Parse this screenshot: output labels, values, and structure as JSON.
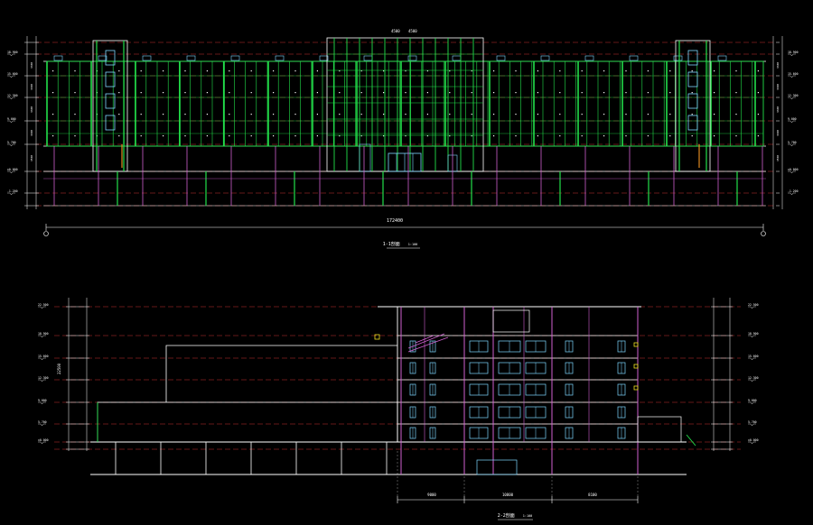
{
  "colors": {
    "background": "#000000",
    "grid_green": "#22e04a",
    "window_cyan": "#7fd7ff",
    "column_magenta": "#d060d0",
    "dimension_red": "#c83232",
    "line_white": "#ffffff",
    "accent_yellow": "#f0e020",
    "accent_orange": "#e08a20"
  },
  "elevation": {
    "title": "1-1剖面",
    "scale": "1:100",
    "total_dimension": "172400",
    "top_block_dims": [
      "4500",
      "4500"
    ],
    "level_labels_left": [
      "18.900",
      "15.600",
      "12.300",
      "9.000",
      "5.700",
      "±0.000",
      "-1.200"
    ],
    "level_labels_right": [
      "18.900",
      "15.600",
      "12.300",
      "9.000",
      "5.700",
      "±0.000",
      "-1.200"
    ],
    "floor_heights": [
      "3300",
      "3300",
      "3300",
      "3300",
      "4500"
    ]
  },
  "section": {
    "title": "2-2剖面",
    "scale": "1:100",
    "bottom_dims": [
      "9000",
      "10800",
      "8100"
    ],
    "level_labels_left": [
      "22.500",
      "18.900",
      "15.600",
      "12.300",
      "9.000",
      "5.700",
      "±0.000"
    ],
    "level_labels_right": [
      "22.500",
      "18.900",
      "15.600",
      "12.300",
      "9.000",
      "5.700",
      "±0.000"
    ],
    "overall_height": "22500"
  },
  "icons": [
    "axis-bubble-icon",
    "level-marker-icon"
  ]
}
